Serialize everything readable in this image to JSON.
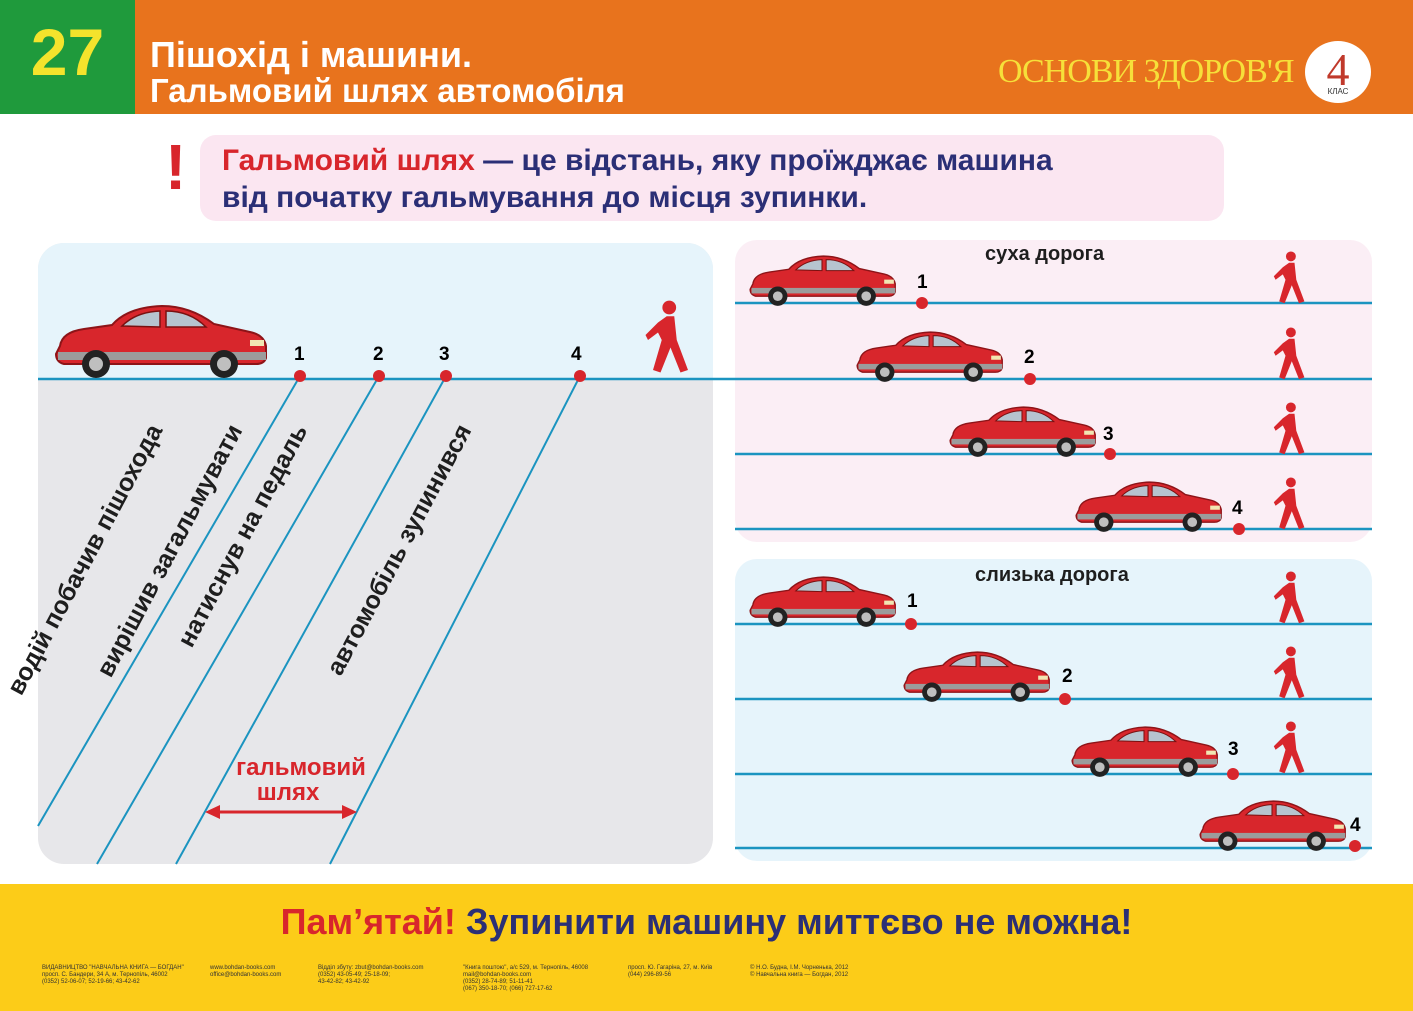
{
  "header": {
    "lesson_number": "27",
    "title_line1": "Пішохід і машини.",
    "title_line2": "Гальмовий шлях автомобіля",
    "brand": "ОСНОВИ ЗДОРОВ'Я",
    "grade_number": "4",
    "grade_label": "КЛАС",
    "colors": {
      "green": "#1f9a3c",
      "orange": "#e8731d",
      "yellow_text": "#f4e32c"
    }
  },
  "definition": {
    "exclamation": "!",
    "term": "Гальмовий шлях",
    "line1_rest": " — це відстань, яку проїжджає машина",
    "line2": "від початку гальмування до місця зупинки."
  },
  "left_diagram": {
    "markers": [
      "1",
      "2",
      "3",
      "4"
    ],
    "labels": [
      "водій побачив пішохода",
      "вирішив загальмувати",
      "натиснув на педаль",
      "автомобіль зупинився"
    ],
    "braking_label_line1": "гальмовий",
    "braking_label_line2": "шлях",
    "icons": [
      "car-icon",
      "pedestrian-icon",
      "double-arrow-icon"
    ]
  },
  "dry_road": {
    "title": "суха дорога",
    "steps": [
      "1",
      "2",
      "3",
      "4"
    ]
  },
  "slippery_road": {
    "title": "слизька дорога",
    "steps": [
      "1",
      "2",
      "3",
      "4"
    ]
  },
  "footer": {
    "remember": "Пам’ятай!",
    "message": " Зупинити машину миттєво не можна!",
    "fine_print": [
      "ВИДАВНИЦТВО \"НАВЧАЛЬНА КНИГА — БОГДАН\"\nпросп. С. Бандери, 34 А, м. Тернопіль, 46002\n(0352) 52-06-07; 52-19-66; 43-42-62",
      "www.bohdan-books.com\noffice@bohdan-books.com",
      "Відділ збуту: zbut@bohdan-books.com\n(0352) 43-05-49; 25-18-09;\n43-42-82; 43-42-92",
      "\"Книга поштою\", а/с 529, м. Тернопіль, 46008\nmail@bohdan-books.com\n(0352) 28-74-89; 51-11-41\n(067) 350-18-70; (066) 727-17-62",
      "просп. Ю. Гагаріна, 27, м. Київ\n(044) 296-89-56",
      "© Н.О. Будна, І.М. Чорненька, 2012\n© Навчальна книга — Богдан, 2012"
    ],
    "colors": {
      "background": "#fccc18",
      "red": "#d8262c",
      "blue": "#2b2f76"
    }
  }
}
